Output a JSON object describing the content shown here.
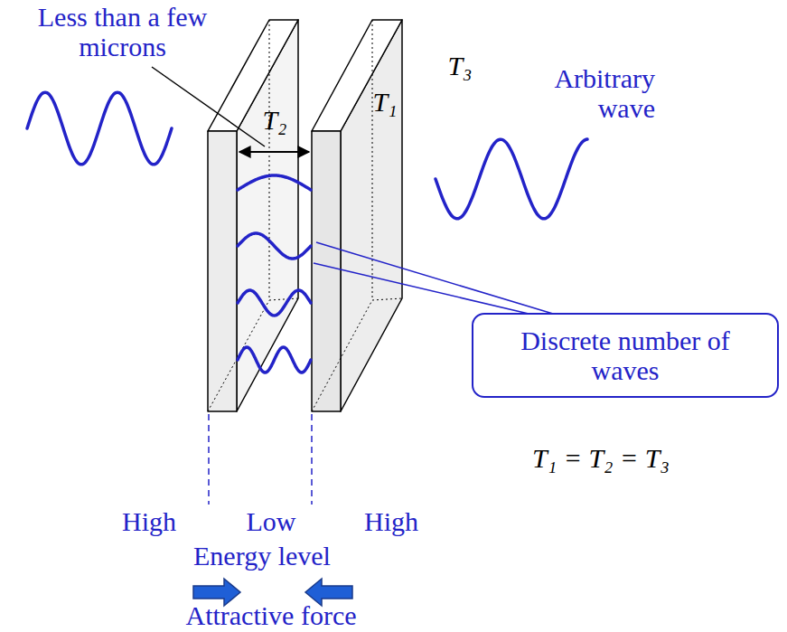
{
  "diagram": {
    "nodes": [
      {
        "text": [
          "Discrete number of waves"
        ]
      }
    ],
    "labels": [
      "Less than a few microns",
      "T₃",
      "T₂",
      "T₁",
      "Arbitrary wave",
      "T₁ = T₂ = T₃",
      "High",
      "Low",
      "High",
      "Energy level",
      "Attractive force"
    ]
  }
}
